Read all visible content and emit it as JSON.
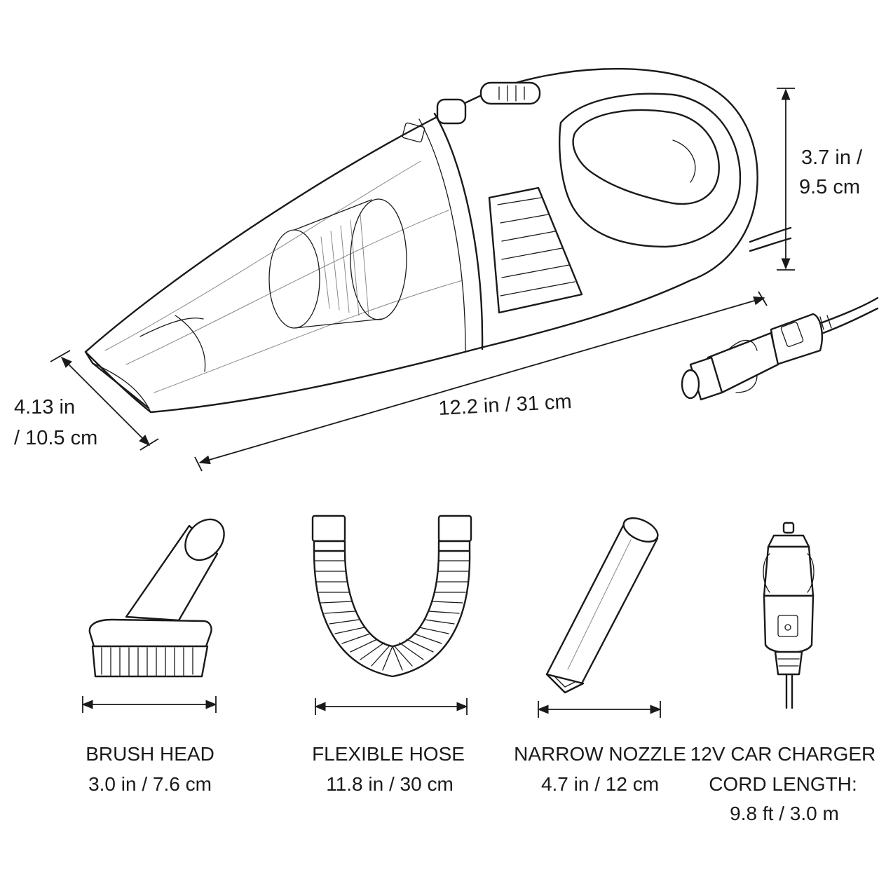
{
  "dimensions": {
    "height": {
      "line1": "3.7 in /",
      "line2": "9.5 cm"
    },
    "length": "12.2 in / 31 cm",
    "width": {
      "line1": "4.13 in",
      "line2": "/ 10.5 cm"
    }
  },
  "accessories": [
    {
      "name": "BRUSH HEAD",
      "size": "3.0 in / 7.6 cm"
    },
    {
      "name": "FLEXIBLE HOSE",
      "size": "11.8 in / 30 cm"
    },
    {
      "name": "NARROW NOZZLE",
      "size": "4.7 in / 12 cm"
    },
    {
      "name": "12V CAR CHARGER",
      "line2": "CORD LENGTH:",
      "size": "9.8 ft / 3.0 m"
    }
  ],
  "icons": [
    "handheld-vacuum-icon",
    "car-plug-icon",
    "brush-head-icon",
    "flexible-hose-icon",
    "narrow-nozzle-icon",
    "car-charger-icon"
  ]
}
